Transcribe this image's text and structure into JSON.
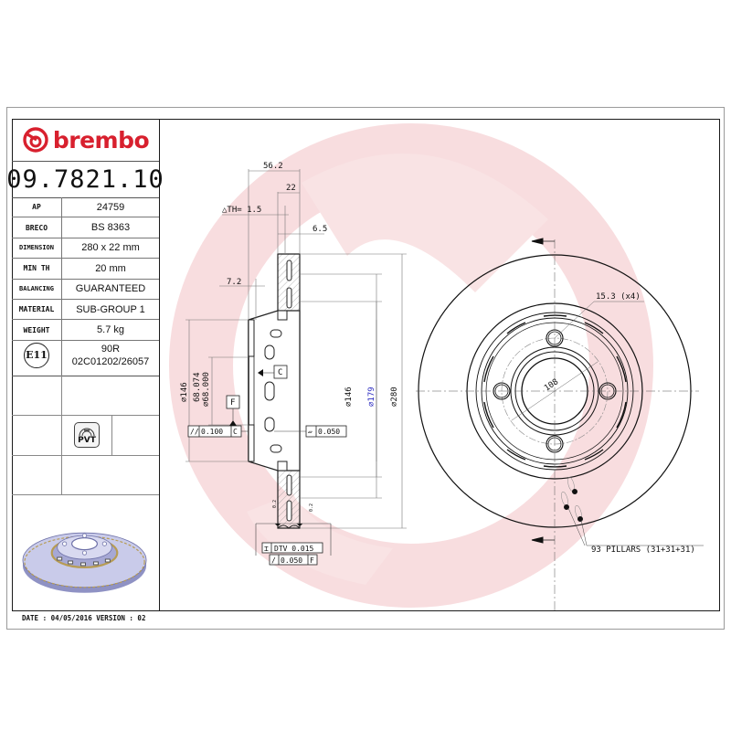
{
  "brand": {
    "logo_text": "brembo",
    "logo_color": "#d8202e",
    "watermark_color": "#f6d6d8"
  },
  "part_number": "09.7821.10",
  "specs": [
    {
      "key": "AP",
      "value": "24759"
    },
    {
      "key": "BRECO",
      "value": "BS 8363"
    },
    {
      "key": "DIMENSION",
      "value": "280 x 22 mm"
    },
    {
      "key": "MIN TH",
      "value": "20 mm"
    },
    {
      "key": "BALANCING",
      "value": "GUARANTEED"
    },
    {
      "key": "MATERIAL",
      "value": "SUB-GROUP 1"
    },
    {
      "key": "WEIGHT",
      "value": "5.7 kg"
    }
  ],
  "certification": {
    "badge": "E11",
    "line1": "90R",
    "line2": "02C01202/26057"
  },
  "pvt_badge": {
    "label": "PVT"
  },
  "footer": {
    "text": "DATE : 04/05/2016 VERSION : 02"
  },
  "section_view": {
    "dims": {
      "overall_height": "56.2",
      "thickness": "22",
      "delta_th": "△TH= 1.5",
      "vent_offset": "6.5",
      "hat_offset": "7.2",
      "hub_dia_left": "⌀146",
      "center_bore_max": "68.074",
      "center_bore_min": "⌀68.000",
      "hat_dia_right": "⌀146",
      "friction_inner_dia": "⌀179",
      "outer_dia": "⌀280",
      "small_left": "0.2",
      "small_right": "0.2"
    },
    "datums": {
      "c_label": "C",
      "f_label": "F"
    },
    "tolerances": {
      "parallelism": {
        "symbol": "//",
        "value": "0.100",
        "datum": "C"
      },
      "flatness": {
        "symbol": "▱",
        "value": "0.050"
      },
      "dtv": {
        "symbol": "⌶",
        "value": "DTV 0.015"
      },
      "runout": {
        "symbol": "/",
        "value": "0.050",
        "datum": "F"
      }
    }
  },
  "front_view": {
    "bolt_hole_label": "15.3 (x4)",
    "pcd_label": "108",
    "pillars_label": "93 PILLARS (31+31+31)"
  }
}
